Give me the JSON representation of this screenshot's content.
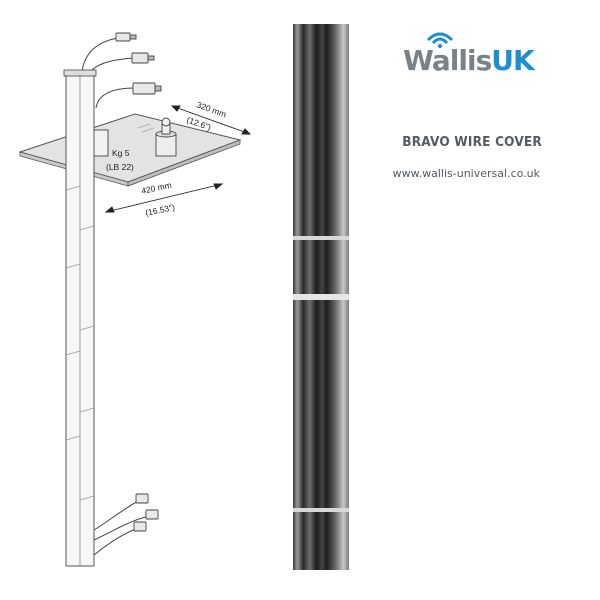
{
  "brand": {
    "logo_part1": "Wallis",
    "logo_part2": "UK",
    "gray": "#7a8288",
    "blue": "#1d8fd1"
  },
  "product": {
    "title": "BRAVO WIRE COVER",
    "url": "www.wallis-universal.co.uk"
  },
  "drawing": {
    "depth_mm": "320 mm",
    "depth_in": "(12.6\")",
    "width_mm": "420 mm",
    "width_in": "(16.53\")",
    "load_kg": "Kg 5",
    "load_lb": "(LB 22)"
  }
}
